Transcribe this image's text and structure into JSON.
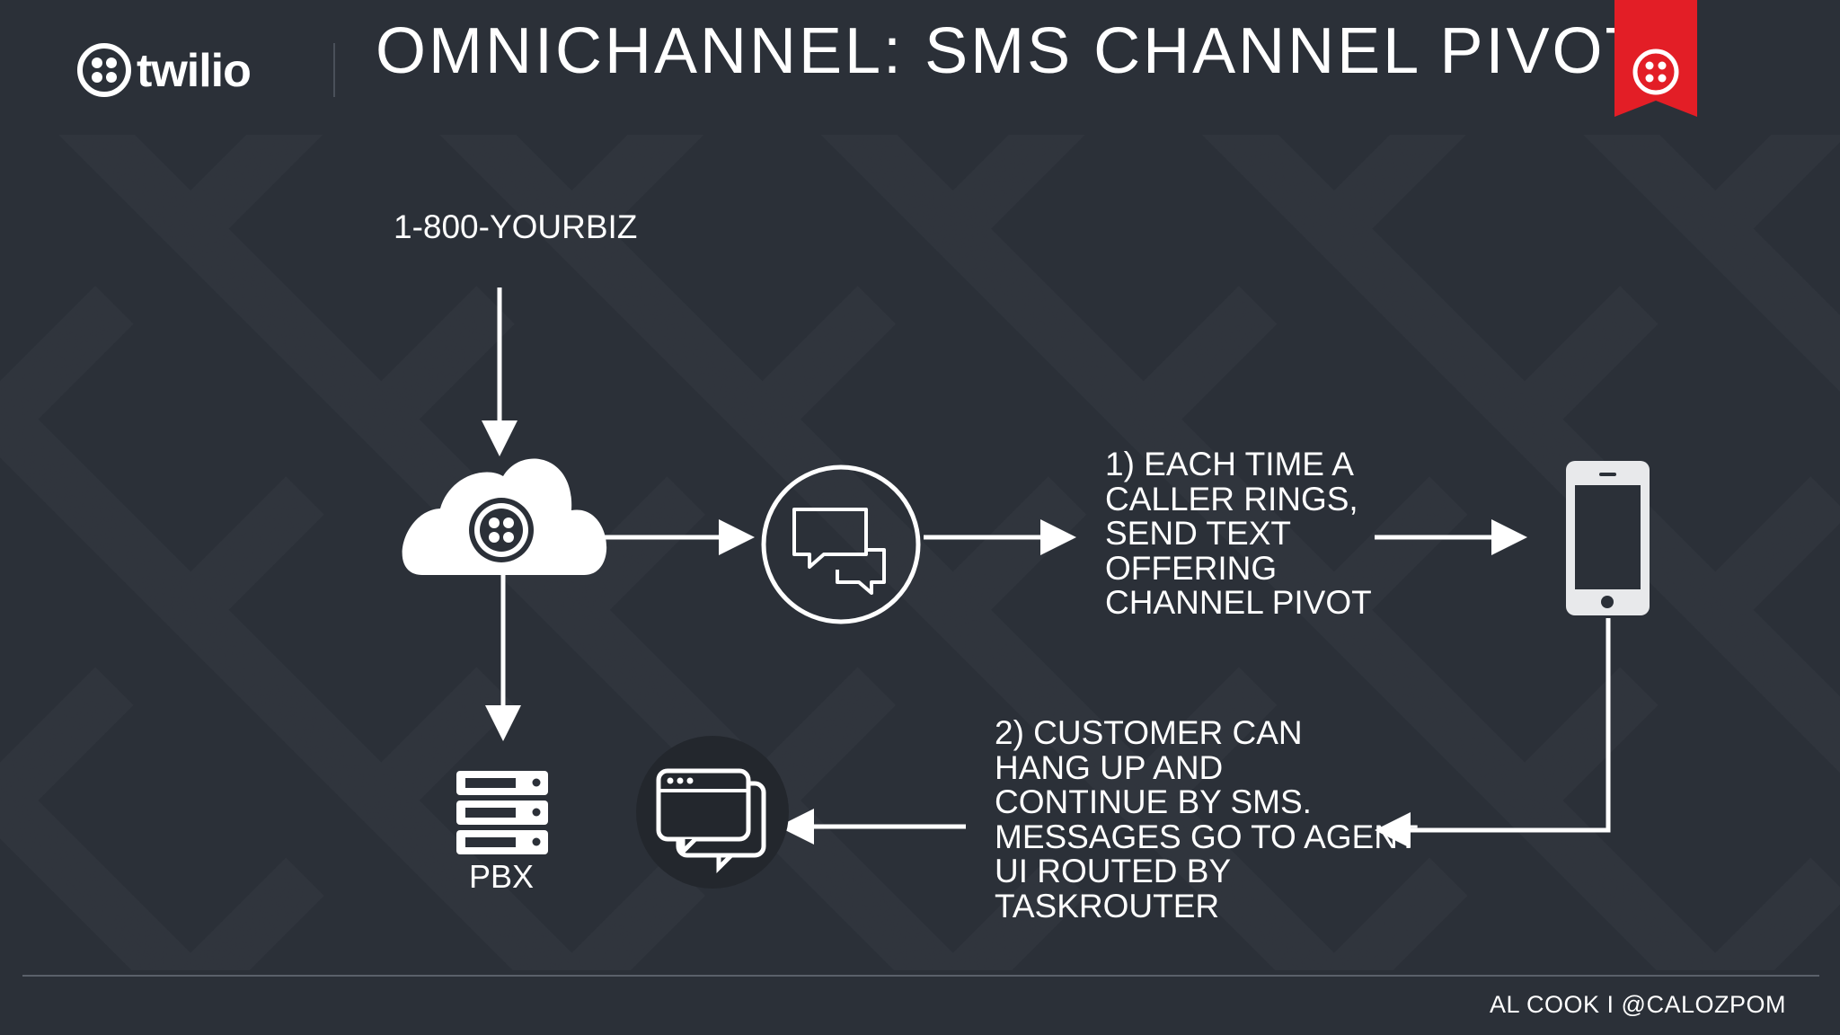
{
  "slide": {
    "title": "OMNICHANNEL: SMS CHANNEL PIVOT",
    "logo": {
      "text": "twilio",
      "icon": "twilio-logo-icon"
    },
    "footer": "AL COOK I   @CALOZPOM"
  },
  "diagram": {
    "phone_number": "1-800-YOURBIZ",
    "pbx_label": "PBX",
    "step1": [
      "1) EACH TIME A",
      "CALLER RINGS,",
      "SEND TEXT",
      "OFFERING",
      "CHANNEL PIVOT"
    ],
    "step2": [
      "2) CUSTOMER CAN",
      "HANG UP AND",
      "CONTINUE BY SMS.",
      "MESSAGES GO TO AGENT",
      "UI ROUTED BY",
      "TASKROUTER"
    ]
  },
  "colors": {
    "background": "#2b3038",
    "pattern": "#30353e",
    "accent_red": "#e31e26",
    "foreground": "#ffffff"
  }
}
